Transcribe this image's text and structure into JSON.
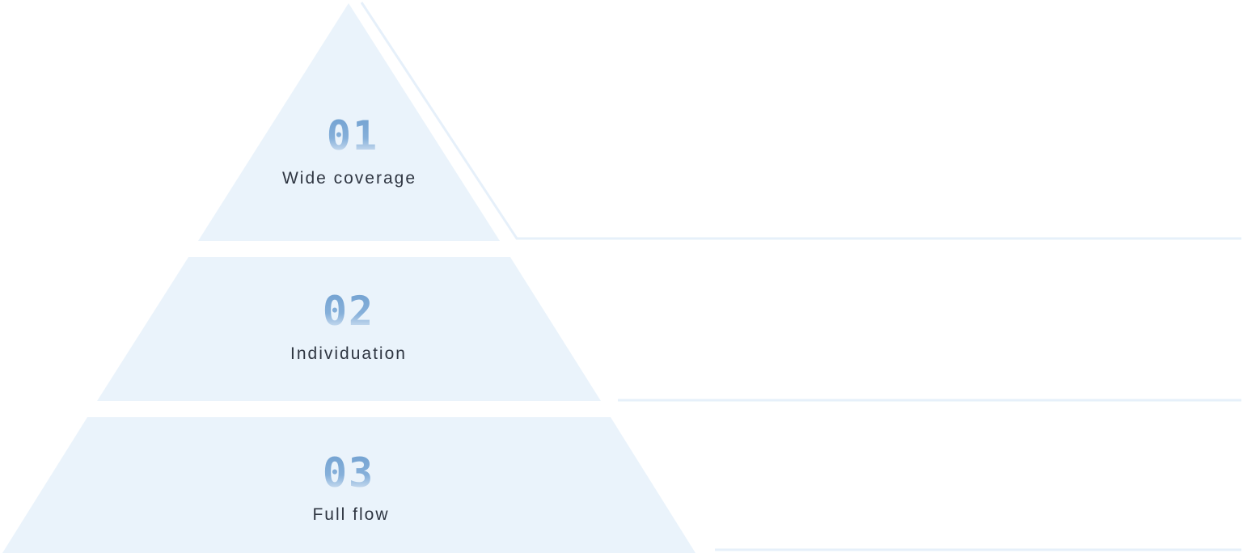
{
  "colors": {
    "tier_fill": "#eaf3fb",
    "guide_line": "#e6f0fa",
    "number_top": "#6f9fcf",
    "number_bottom": "#eef4fb",
    "label_text": "#2f3642"
  },
  "tiers": [
    {
      "number": "01",
      "label": "Wide coverage"
    },
    {
      "number": "02",
      "label": "Individuation"
    },
    {
      "number": "03",
      "label": "Full flow"
    }
  ]
}
